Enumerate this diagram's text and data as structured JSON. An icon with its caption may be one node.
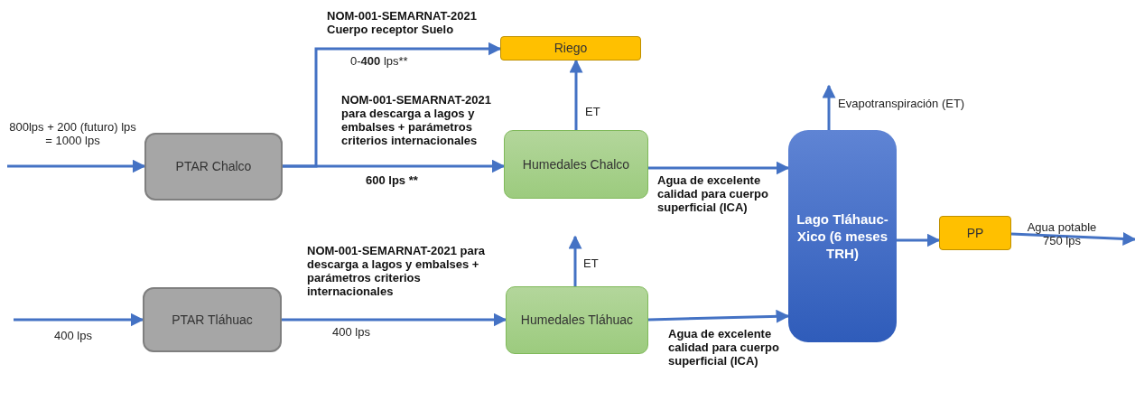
{
  "diagram": {
    "nodes": [
      {
        "text": [
          "PTAR Chalco"
        ]
      },
      {
        "text": [
          "Riego"
        ]
      },
      {
        "text": [
          "Humedales Chalco"
        ]
      },
      {
        "text": [
          "PTAR Tláhuac"
        ]
      },
      {
        "text": [
          "Humedales Tláhuac"
        ]
      },
      {
        "text": [
          "Lago Tláhauc-Xico (6 meses TRH)"
        ]
      },
      {
        "text": [
          "PP"
        ]
      }
    ],
    "edges": [
      {
        "from": null,
        "to": 0,
        "arrow": "to",
        "label": "800lps + 200 (futuro) lps = 1000 lps"
      },
      {
        "from": 0,
        "to": 1,
        "arrow": "to",
        "label": "0-**400** lps**"
      },
      {
        "from": 0,
        "to": 2,
        "arrow": "to",
        "label": "600 lps **"
      },
      {
        "from": 2,
        "to": 1,
        "arrow": "to",
        "label": "ET"
      },
      {
        "from": 2,
        "to": 5,
        "arrow": "to",
        "label": "Agua de excelente calidad para cuerpo superficial (ICA)"
      },
      {
        "from": null,
        "to": 3,
        "arrow": "to",
        "label": "400 lps"
      },
      {
        "from": 3,
        "to": 4,
        "arrow": "to",
        "label": "400 lps"
      },
      {
        "from": 4,
        "to": null,
        "arrow": "to",
        "label": "ET"
      },
      {
        "from": 4,
        "to": 5,
        "arrow": "to",
        "label": "Agua de excelente calidad para cuerpo superficial (ICA)"
      },
      {
        "from": 5,
        "to": null,
        "arrow": "to",
        "label": "Evapotranspiración (ET)"
      },
      {
        "from": 5,
        "to": 6,
        "arrow": "to"
      },
      {
        "from": 6,
        "to": null,
        "arrow": "to",
        "label": "Agua potable 750 lps"
      }
    ],
    "labels": [
      "NOM-001-SEMARNAT-2021 Cuerpo receptor Suelo",
      "NOM-001-SEMARNAT-2021 para descarga a lagos y embalses + parámetros criterios internacionales",
      "NOM-001-SEMARNAT-2021 para descarga a lagos y embalses + parámetros criterios internacionales"
    ]
  }
}
